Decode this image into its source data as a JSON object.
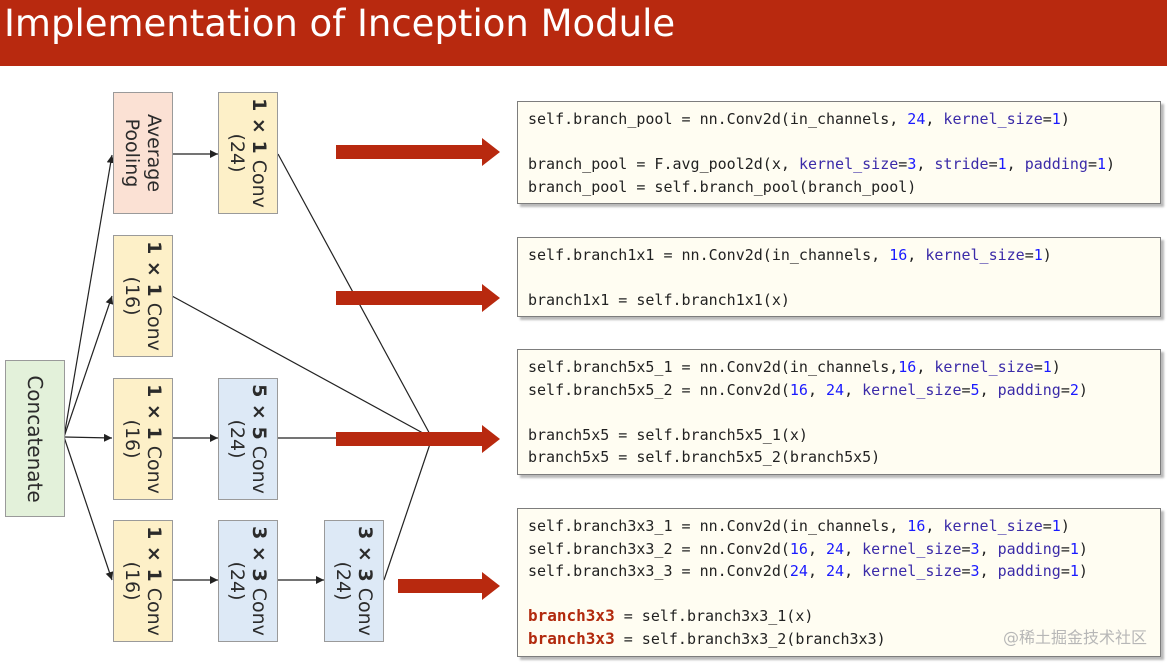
{
  "title": "Implementation of Inception Module",
  "blocks": {
    "concat": "Concatenate",
    "avgpool": {
      "l1": "Average",
      "l2": "Pooling"
    },
    "conv1_pool": {
      "l1": "1 × 1 Conv",
      "l2": "(24)"
    },
    "conv1_a": {
      "l1": "1 × 1 Conv",
      "l2": "(16)"
    },
    "conv1_b": {
      "l1": "1 × 1 Conv",
      "l2": "(16)"
    },
    "conv5": {
      "l1": "5 × 5 Conv",
      "l2": "(24)"
    },
    "conv1_c": {
      "l1": "1 × 1 Conv",
      "l2": "(16)"
    },
    "conv3_a": {
      "l1": "3 × 3 Conv",
      "l2": "(24)"
    },
    "conv3_b": {
      "l1": "3 × 3 Conv",
      "l2": "(24)"
    }
  },
  "code": {
    "pool": {
      "l1": {
        "a": "self.branch_pool = nn.Conv2d(in_channels, ",
        "n1": "24",
        "b": ", ",
        "k1": "kernel_size",
        "c": "=",
        "n2": "1",
        "d": ")"
      },
      "l2": {
        "a": "branch_pool = F.avg_pool2d(x, ",
        "k1": "kernel_size",
        "e1": "=",
        "n1": "3",
        "s1": ", ",
        "k2": "stride",
        "e2": "=",
        "n2": "1",
        "s2": ", ",
        "k3": "padding",
        "e3": "=",
        "n3": "1",
        "z": ")"
      },
      "l3": "branch_pool = self.branch_pool(branch_pool)"
    },
    "b1x1": {
      "l1": {
        "a": "self.branch1x1 = nn.Conv2d(in_channels, ",
        "n1": "16",
        "b": ", ",
        "k1": "kernel_size",
        "c": "=",
        "n2": "1",
        "d": ")"
      },
      "l2": "branch1x1 = self.branch1x1(x)"
    },
    "b5x5": {
      "l1": {
        "a": "self.branch5x5_1 = nn.Conv2d(in_channels,",
        "n1": "16",
        "b": ", ",
        "k1": "kernel_size",
        "c": "=",
        "n2": "1",
        "d": ")"
      },
      "l2": {
        "a": "self.branch5x5_2 = nn.Conv2d(",
        "n1": "16",
        "s1": ", ",
        "n2": "24",
        "s2": ", ",
        "k1": "kernel_size",
        "e1": "=",
        "n3": "5",
        "s3": ", ",
        "k2": "padding",
        "e2": "=",
        "n4": "2",
        "z": ")"
      },
      "l3": "branch5x5 = self.branch5x5_1(x)",
      "l4": "branch5x5 = self.branch5x5_2(branch5x5)"
    },
    "b3x3": {
      "l1": {
        "a": "self.branch3x3_1 = nn.Conv2d(in_channels, ",
        "n1": "16",
        "b": ", ",
        "k1": "kernel_size",
        "c": "=",
        "n2": "1",
        "d": ")"
      },
      "l2": {
        "a": "self.branch3x3_2 = nn.Conv2d(",
        "n1": "16",
        "s1": ", ",
        "n2": "24",
        "s2": ", ",
        "k1": "kernel_size",
        "e1": "=",
        "n3": "3",
        "s3": ", ",
        "k2": "padding",
        "e2": "=",
        "n4": "1",
        "z": ")"
      },
      "l3": {
        "a": "self.branch3x3_3 = nn.Conv2d(",
        "n1": "24",
        "s1": ", ",
        "n2": "24",
        "s2": ", ",
        "k1": "kernel_size",
        "e1": "=",
        "n3": "3",
        "s3": ", ",
        "k2": "padding",
        "e2": "=",
        "n4": "1",
        "z": ")"
      },
      "l4": {
        "var": "branch3x3",
        "rest": " = self.branch3x3_1(x)"
      },
      "l5": {
        "var": "branch3x3",
        "rest": " = self.branch3x3_2(branch3x3)"
      }
    }
  },
  "watermark": "@稀土掘金技术社区",
  "colors": {
    "title_bar": "#b8290f",
    "arrow": "#b8290f",
    "keyword": "#3b2ba8",
    "number": "#1a1aff"
  }
}
